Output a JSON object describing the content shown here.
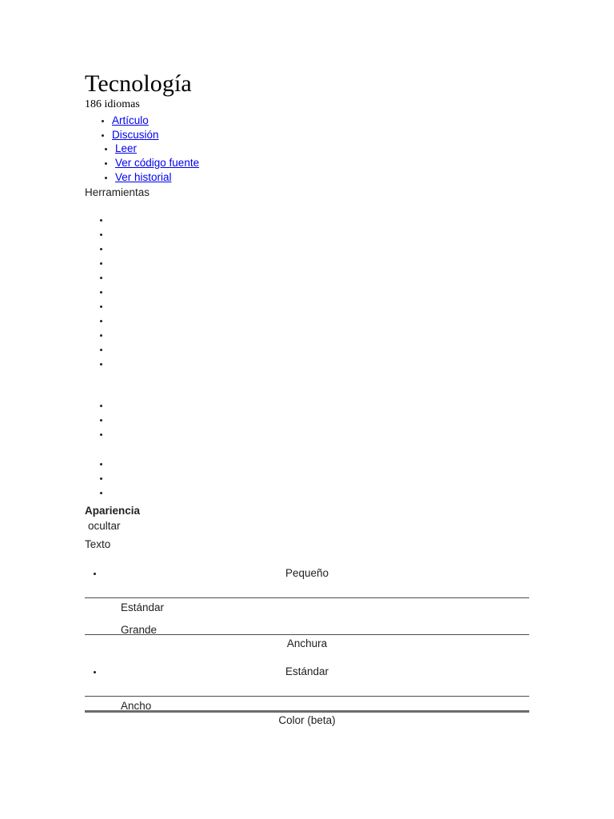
{
  "article": {
    "title": "Tecnología",
    "language_count_label": "186 idiomas"
  },
  "namespace_tabs": [
    {
      "label": "Artículo",
      "name": "article"
    },
    {
      "label": "Discusión",
      "name": "discussion"
    }
  ],
  "view_tabs": [
    {
      "label": "Leer",
      "name": "read"
    },
    {
      "label": "Ver código fuente",
      "name": "view-source"
    },
    {
      "label": "Ver historial",
      "name": "view-history"
    }
  ],
  "tools": {
    "label": "Herramientas",
    "group_1_count": 11,
    "group_2_count": 3,
    "group_3_count": 3
  },
  "appearance": {
    "heading": "Apariencia",
    "toggle_label": "ocultar",
    "text_section_label": "Texto",
    "text_size_options": [
      {
        "label": "Pequeño",
        "align": "center"
      },
      {
        "label": "Estándar",
        "align": "left"
      },
      {
        "label": "Grande",
        "align": "left"
      }
    ],
    "width_section_label": "Anchura",
    "width_options": [
      {
        "label": "Estándar",
        "align": "center"
      },
      {
        "label": "Ancho",
        "align": "left"
      }
    ],
    "color_section_label": "Color (beta)"
  },
  "colors": {
    "link": "#0000ee",
    "text": "#202122",
    "rule": "#4d4d4d",
    "rule_thick": "#6b6b6b",
    "background": "#ffffff"
  }
}
